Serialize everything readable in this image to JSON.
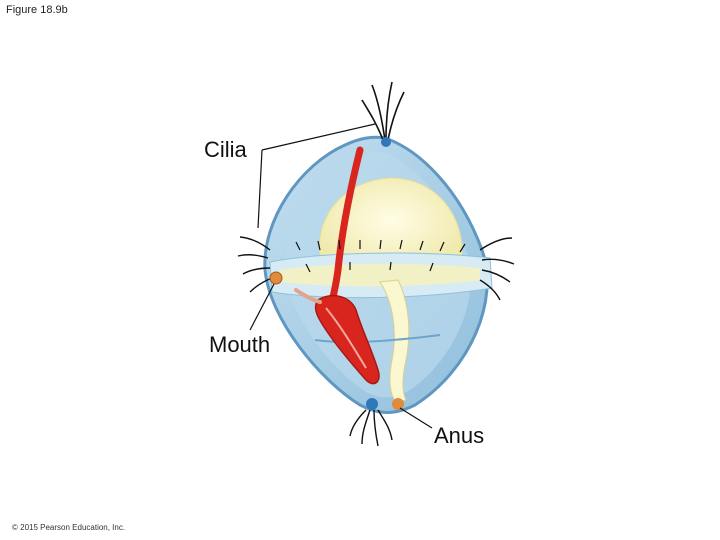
{
  "figure": {
    "label": "Figure 18.9b"
  },
  "labels": {
    "cilia": "Cilia",
    "mouth": "Mouth",
    "anus": "Anus"
  },
  "footer": {
    "copyright": "© 2015 Pearson Education, Inc."
  },
  "colors": {
    "body_fill": "#a9cfe6",
    "body_outline": "#5f97c1",
    "yolk": "#f8f4c8",
    "canal": "#fbf7d0",
    "gut_red": "#d8261f",
    "mouth_orange": "#e08a3c",
    "anus_blue": "#2f78b8"
  }
}
